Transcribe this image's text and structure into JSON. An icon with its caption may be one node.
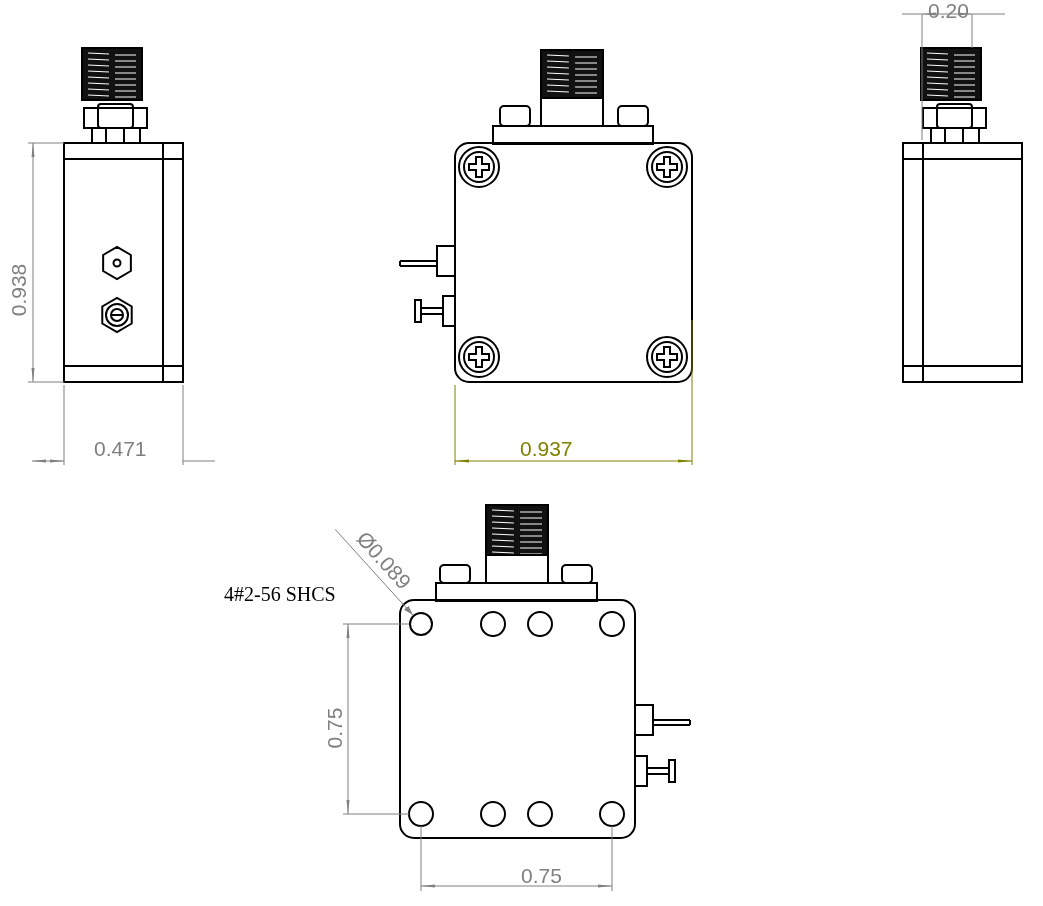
{
  "diagram": {
    "nodes": [
      {
        "text": [
          "Ø0.089"
        ]
      },
      {
        "text": [],
        "shape": "circle"
      }
    ],
    "edges": [
      {
        "from": 0,
        "to": 1,
        "arrow": "to"
      }
    ],
    "labels": [
      "0.20",
      "0.938",
      "0.471",
      "0.937",
      "4#2-56 SHCS",
      "0.75",
      "0.75"
    ]
  }
}
